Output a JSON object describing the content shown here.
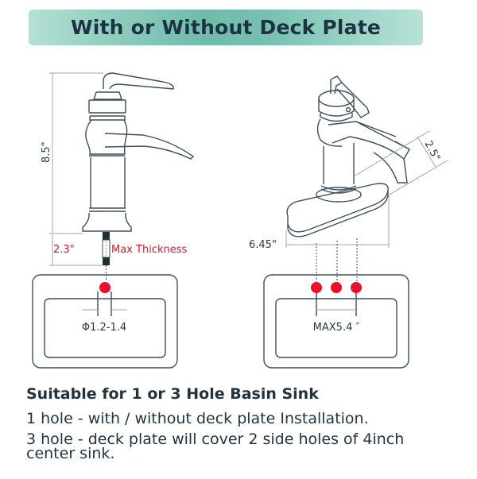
{
  "header": {
    "title": "With or Without Deck Plate"
  },
  "left_diagram": {
    "height_label": "8.5\"",
    "thickness_label": "2.3\"",
    "thickness_caption": "Max Thickness",
    "hole_diameter_label": "Φ1.2-1.4",
    "hole_count": 1
  },
  "right_diagram": {
    "spout_reach_label": "2.5\"",
    "deck_width_label": "6.45\"",
    "hole_spread_label": "MAX5.4 ″",
    "hole_count": 3
  },
  "colors": {
    "banner_gradient_mid": "#6fbcab",
    "banner_gradient_edge": "#b6e0d6",
    "line": "#3d4f5a",
    "dimension": "#9aa5ab",
    "accent_red": "#e8102a",
    "text": "#1f3340"
  },
  "caption": {
    "heading": "Suitable for 1 or 3 Hole Basin Sink",
    "line1": "1 hole - with / without deck plate Installation.",
    "line2": "3 hole - deck plate will cover 2 side holes of 4inch center sink."
  }
}
